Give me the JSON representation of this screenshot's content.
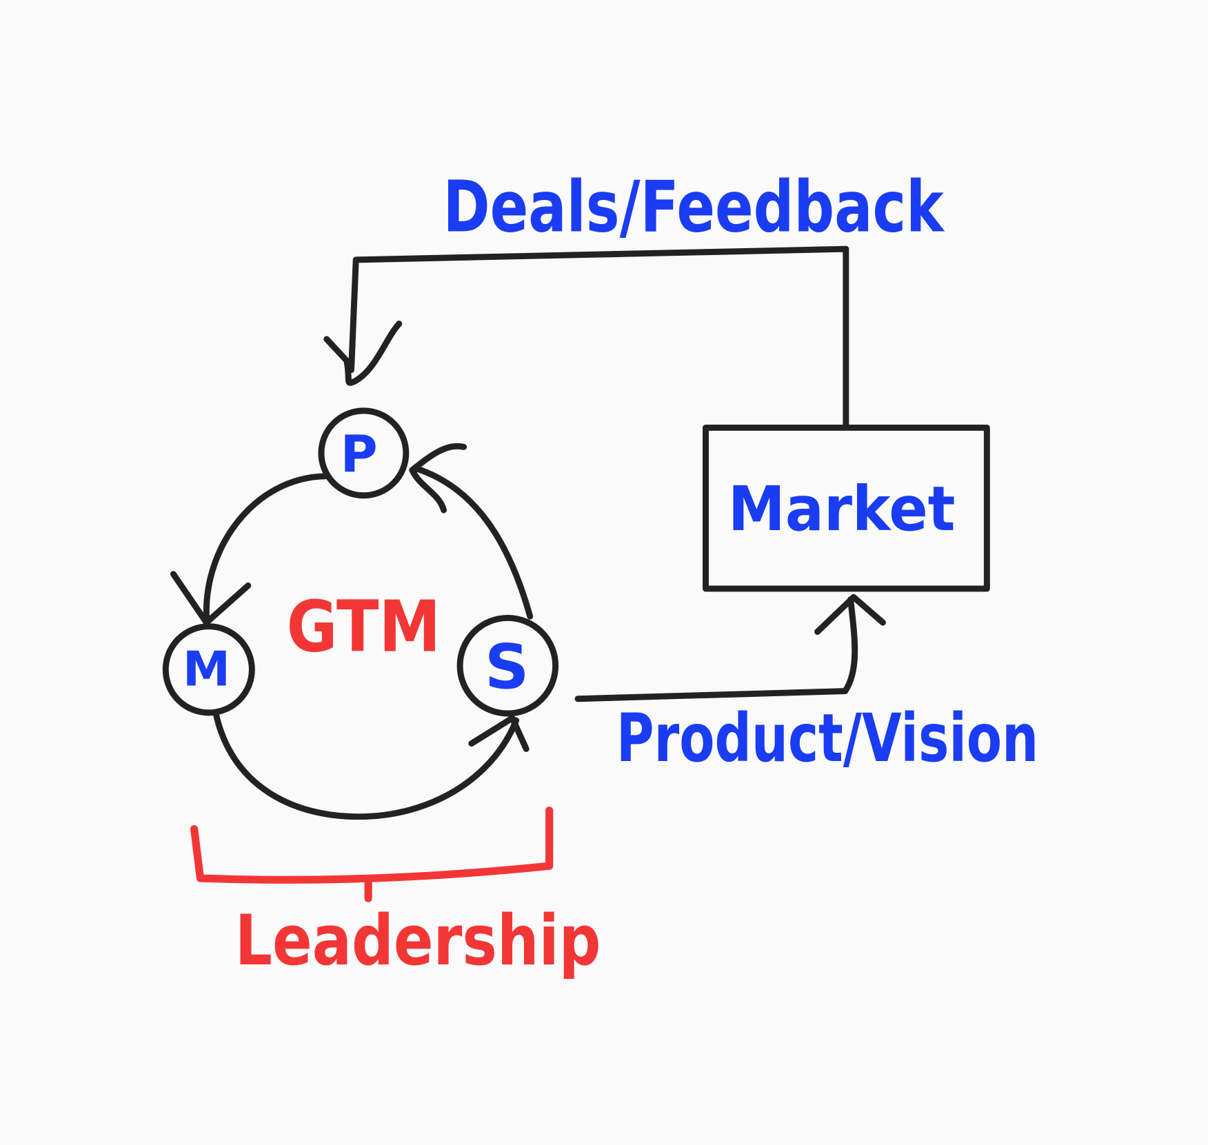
{
  "diagram": {
    "top_flow_label": "Deals/Feedback",
    "bottom_flow_label": "Product/Vision",
    "market_label": "Market",
    "cycle_label": "GTM",
    "bracket_label": "Leadership",
    "nodes": {
      "p": "P",
      "m": "M",
      "s": "S"
    },
    "colors": {
      "ink": "#222222",
      "blue": "#1a3cf2",
      "red": "#f23636",
      "background": "#fafafa"
    }
  }
}
